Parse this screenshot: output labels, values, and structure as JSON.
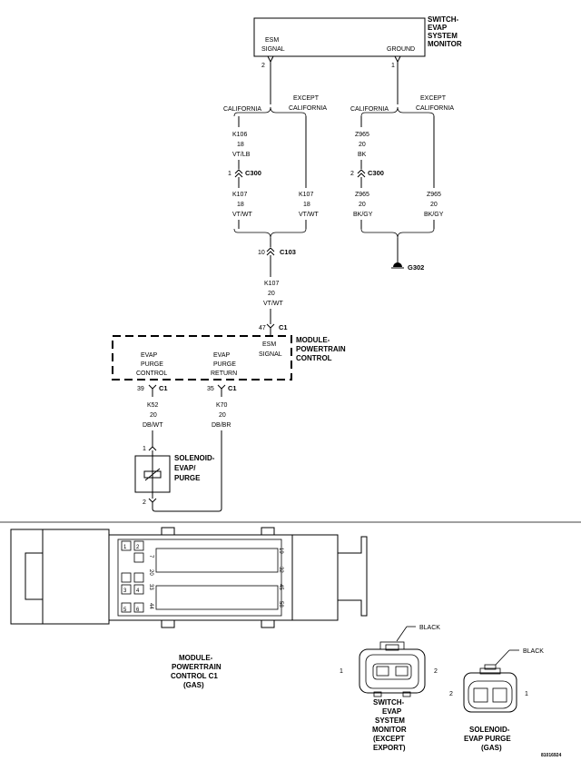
{
  "switch_module": {
    "title_lines": [
      "SWITCH-",
      "EVAP",
      "SYSTEM",
      "MONITOR"
    ],
    "pin_esm_signal": [
      "ESM",
      "SIGNAL"
    ],
    "pin_ground": "GROUND",
    "pin_num_left": "2",
    "pin_num_right": "1"
  },
  "branches": {
    "california": "CALIFORNIA",
    "except": [
      "EXCEPT",
      "CALIFORNIA"
    ]
  },
  "wires": {
    "k106": [
      "K106",
      "18",
      "VT/LB"
    ],
    "k107_left": [
      "K107",
      "18",
      "VT/WT"
    ],
    "k107_right": [
      "K107",
      "18",
      "VT/WT"
    ],
    "z965_top": [
      "Z965",
      "20",
      "BK"
    ],
    "z965_left": [
      "Z965",
      "20",
      "BK/GY"
    ],
    "z965_right": [
      "Z965",
      "20",
      "BK/GY"
    ],
    "k107_mid": [
      "K107",
      "20",
      "VT/WT"
    ],
    "k52": [
      "K52",
      "20",
      "DB/WT"
    ],
    "k70": [
      "K70",
      "20",
      "DB/BR"
    ]
  },
  "connectors": {
    "c300_left": {
      "pin": "1",
      "name": "C300"
    },
    "c300_right": {
      "pin": "2",
      "name": "C300"
    },
    "c103": {
      "pin": "10",
      "name": "C103"
    },
    "c1_top": {
      "pin": "47",
      "name": "C1"
    },
    "c1_left": {
      "pin": "39",
      "name": "C1"
    },
    "c1_right": {
      "pin": "35",
      "name": "C1"
    }
  },
  "ground": "G302",
  "pcm": {
    "title_lines": [
      "MODULE-",
      "POWERTRAIN",
      "CONTROL"
    ],
    "esm_signal": [
      "ESM",
      "SIGNAL"
    ],
    "purge_control": [
      "EVAP",
      "PURGE",
      "CONTROL"
    ],
    "purge_return": [
      "EVAP",
      "PURGE",
      "RETURN"
    ]
  },
  "solenoid": {
    "title_lines": [
      "SOLENOID-",
      "EVAP/",
      "PURGE"
    ],
    "pin_top": "1",
    "pin_bottom": "2"
  },
  "pcm_connector": {
    "title_lines": [
      "MODULE-",
      "POWERTRAIN",
      "CONTROL C1",
      "(GAS)"
    ],
    "pin_labels": [
      "1",
      "2",
      "7",
      "19",
      "20",
      "32",
      "3",
      "4",
      "33",
      "45",
      "5",
      "6",
      "44",
      "58"
    ]
  },
  "esm_connector": {
    "title_lines": [
      "SWITCH-",
      "EVAP",
      "SYSTEM",
      "MONITOR",
      "(EXCEPT",
      "EXPORT)"
    ],
    "color": "BLACK",
    "pin_left": "1",
    "pin_right": "2"
  },
  "solenoid_connector": {
    "title_lines": [
      "SOLENOID-",
      "EVAP PURGE",
      "(GAS)"
    ],
    "color": "BLACK",
    "pin_left": "2",
    "pin_right": "1"
  },
  "figure_id": "81016924"
}
